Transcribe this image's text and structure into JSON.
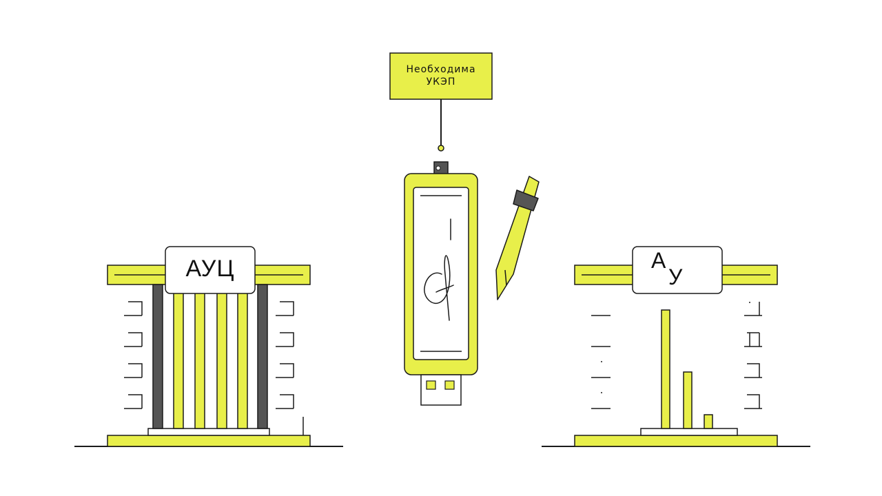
{
  "note": {
    "line1": "Необходима",
    "line2": "УКЭП"
  },
  "left_building": {
    "sign": "АУЦ"
  },
  "right_building": {
    "sign_a": "А",
    "sign_u": "У"
  },
  "colors": {
    "accent": "#E8EF4A",
    "outline": "#1A1A1A",
    "dark": "#555555",
    "background": "#FFFFFF"
  },
  "icons": [
    "usb-token-icon",
    "pen-icon",
    "signature-icon",
    "building-icon"
  ]
}
